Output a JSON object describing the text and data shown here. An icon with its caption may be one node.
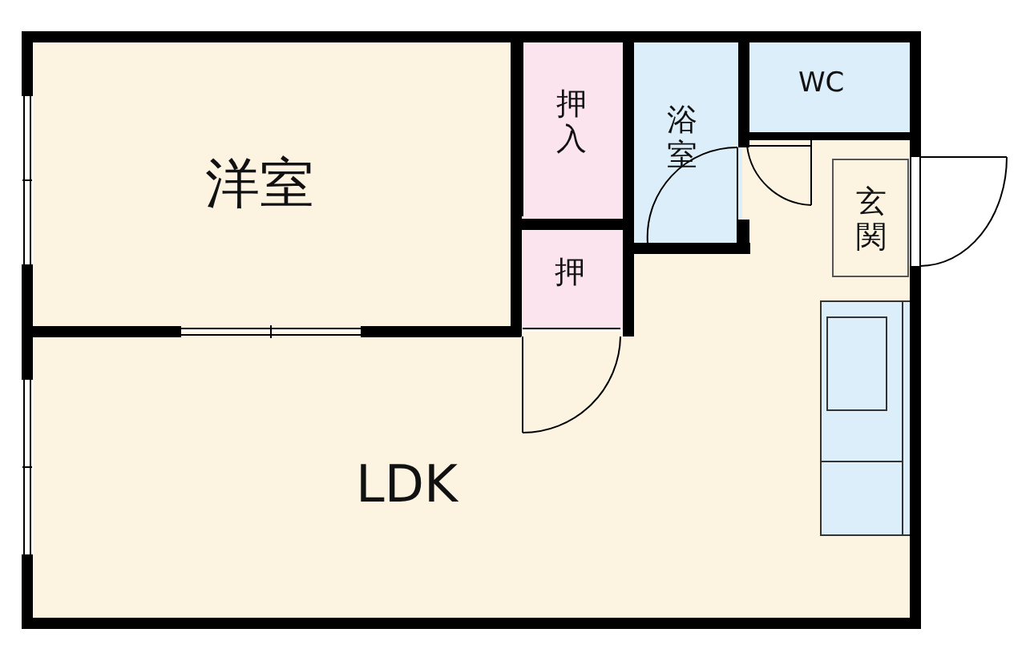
{
  "diagram": {
    "nodes": [
      {
        "text": [
          "洋室"
        ]
      },
      {
        "text": [
          "押入"
        ]
      },
      {
        "text": [
          "浴室"
        ]
      },
      {
        "text": [
          "WC"
        ]
      },
      {
        "text": [
          "押"
        ]
      },
      {
        "text": [
          "LDK"
        ]
      },
      {
        "text": [
          "玄関"
        ],
        "in": 5
      }
    ]
  }
}
